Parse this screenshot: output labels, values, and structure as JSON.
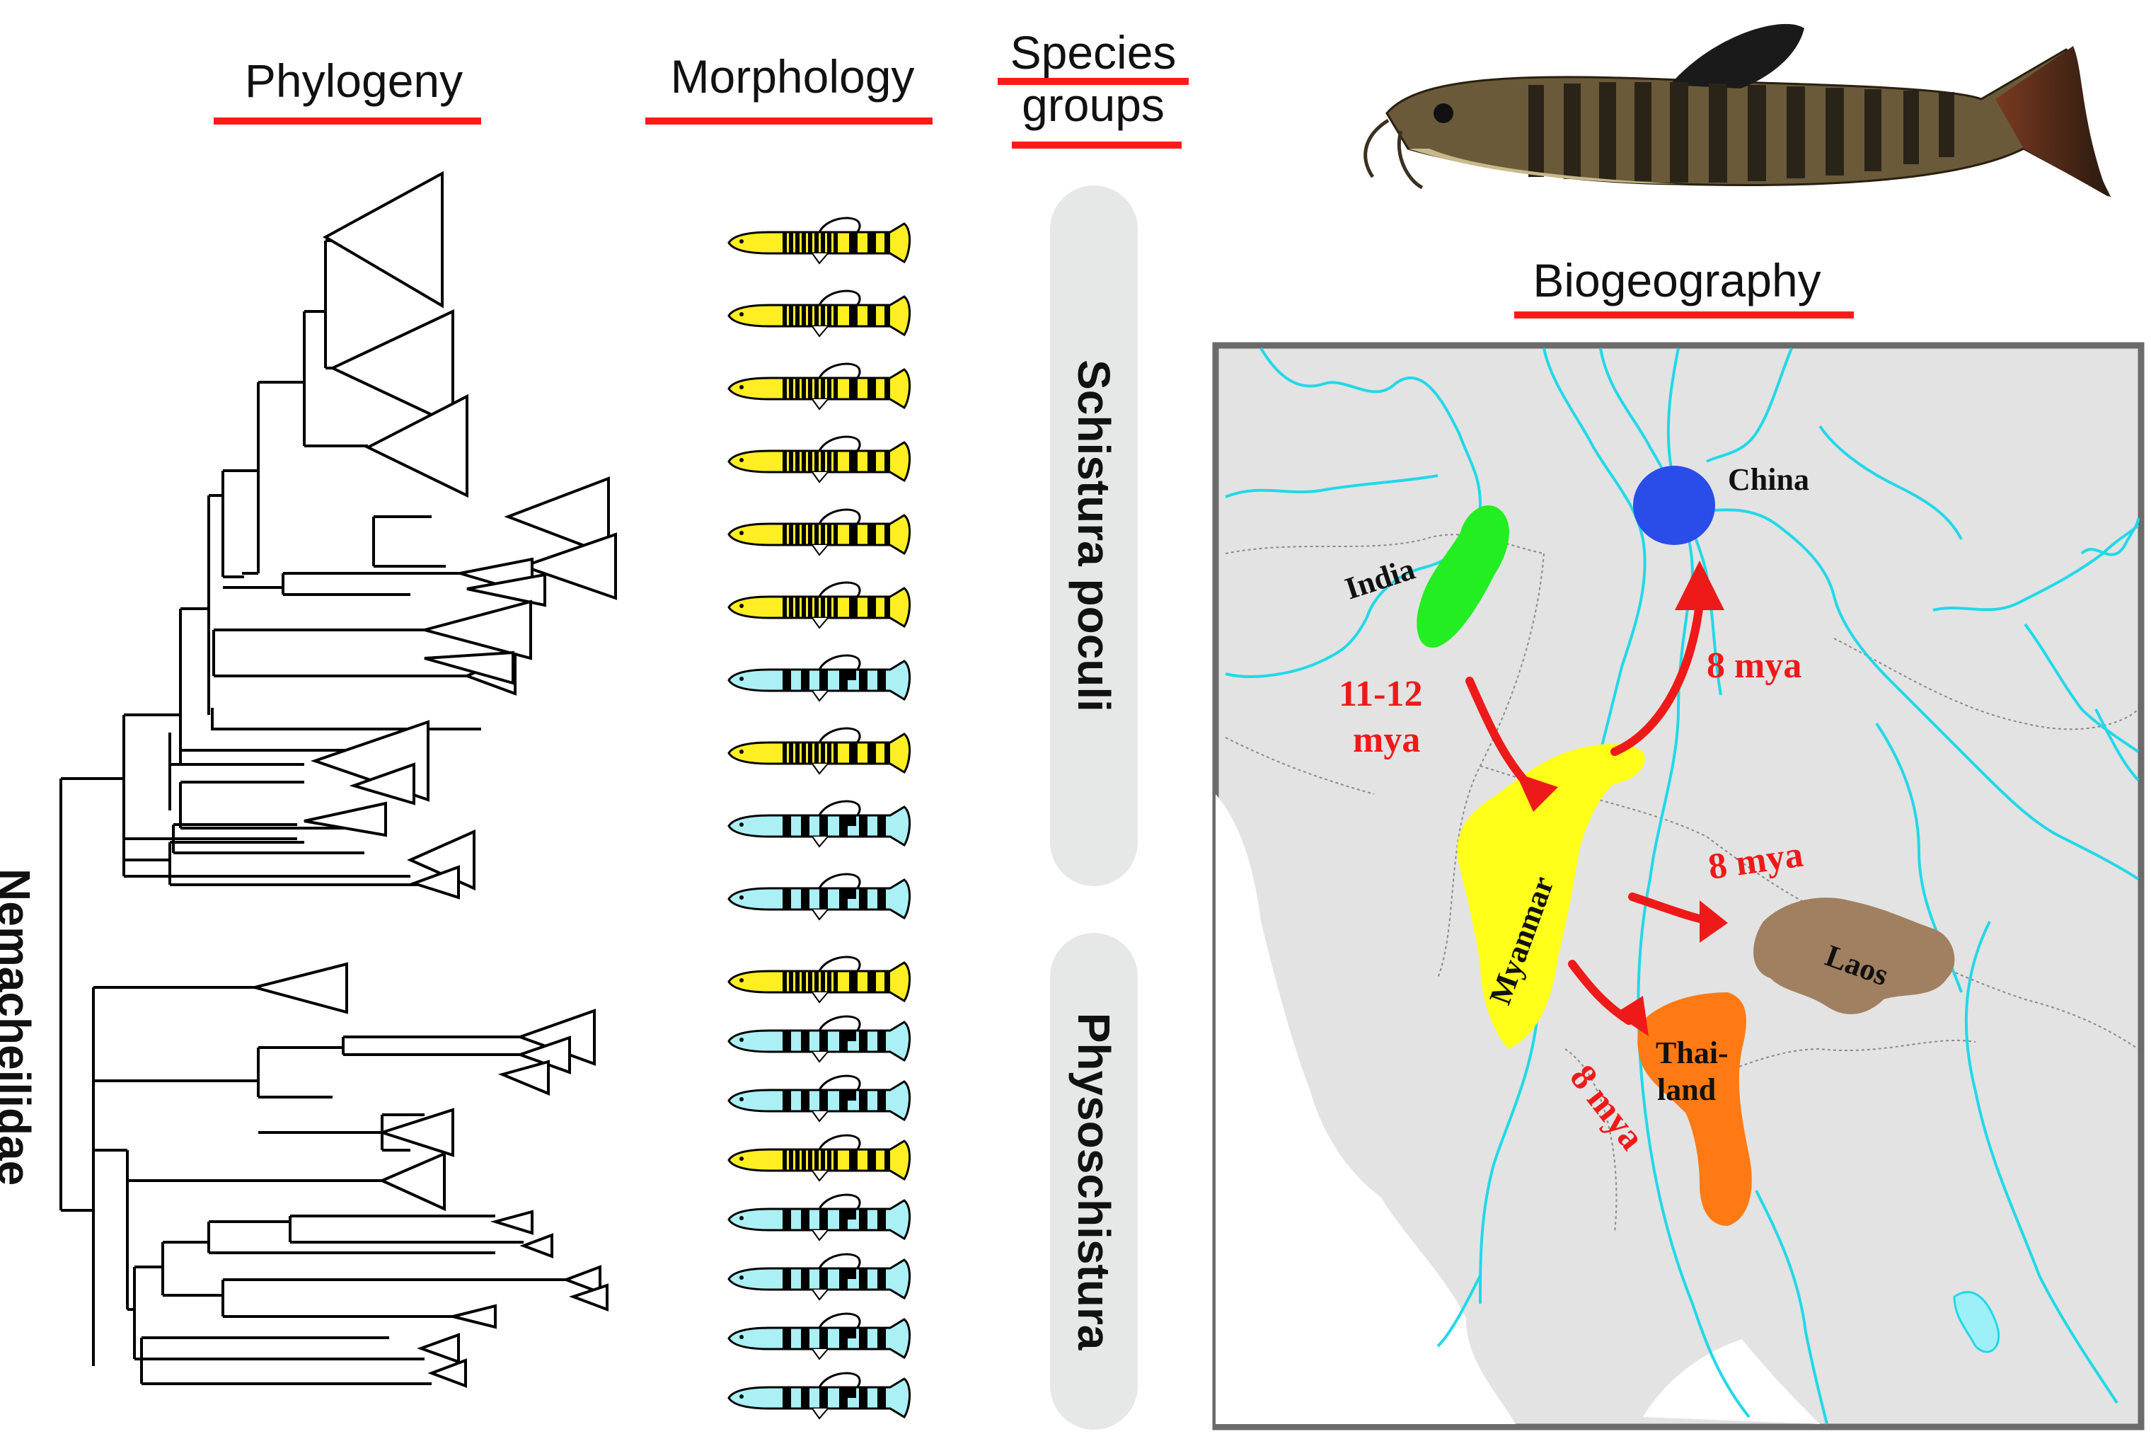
{
  "headers": {
    "phylogeny": "Phylogeny",
    "morphology": "Morphology",
    "species_groups": "Species groups",
    "biogeography": "Biogeography"
  },
  "species_groups": [
    "Schistura poculi",
    "Physoschistura"
  ],
  "family_label": "Nemacheilidae",
  "morphology_colors": {
    "yellow": "#ffee22",
    "cyan": "#aaf0f5",
    "sequence": [
      "yellow",
      "yellow",
      "yellow",
      "yellow",
      "yellow",
      "yellow",
      "cyan",
      "yellow",
      "cyan",
      "cyan",
      "yellow",
      "cyan",
      "cyan",
      "yellow",
      "cyan",
      "cyan",
      "cyan",
      "cyan"
    ]
  },
  "map": {
    "regions": [
      {
        "name": "China",
        "color": "#2a4ce8"
      },
      {
        "name": "India",
        "color": "#22ee22"
      },
      {
        "name": "Myanmar",
        "color": "#ffff1a"
      },
      {
        "name": "Laos",
        "color": "#a08060"
      },
      {
        "name": "Thai-land",
        "color": "#ff7a14"
      }
    ],
    "arrows": [
      {
        "label": "11-12 mya",
        "line1": "11-12",
        "line2": "mya"
      },
      {
        "label": "8 mya",
        "target": "China"
      },
      {
        "label": "8 mya",
        "target": "Laos"
      },
      {
        "label": "8 mya",
        "target": "Thailand"
      }
    ],
    "river_color": "#22d8e8",
    "arrow_color": "#ee1a1a",
    "land_color": "#e4e4e4"
  }
}
